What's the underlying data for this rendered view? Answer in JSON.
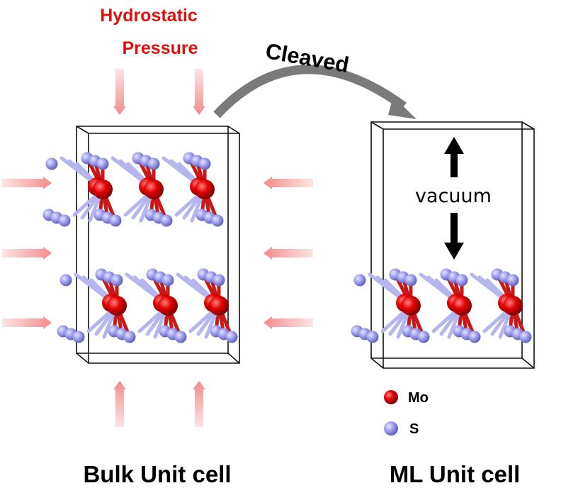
{
  "pressure_title": {
    "line1": "Hydrostatic",
    "line2": "Pressure"
  },
  "process_label": "Cleaved",
  "vacuum_label": "vacuum",
  "bulk_caption": "Bulk Unit cell",
  "ml_caption": "ML Unit cell",
  "legend": [
    {
      "label": "Mo",
      "color": "#d40000"
    },
    {
      "label": "S",
      "color": "#9c9cec"
    }
  ],
  "colors": {
    "title": "#e01010",
    "pressure_arrow": "#f4a0a0",
    "cleave_arrow": "#7a7a7a",
    "mo_atom": "#d40000",
    "s_atom": "#9c9cec",
    "bond_mo": "#c81818",
    "bond_s": "#b6b6ee"
  },
  "icons": [
    "pressure-arrow",
    "cleave-arrow",
    "double-arrow-icon"
  ]
}
